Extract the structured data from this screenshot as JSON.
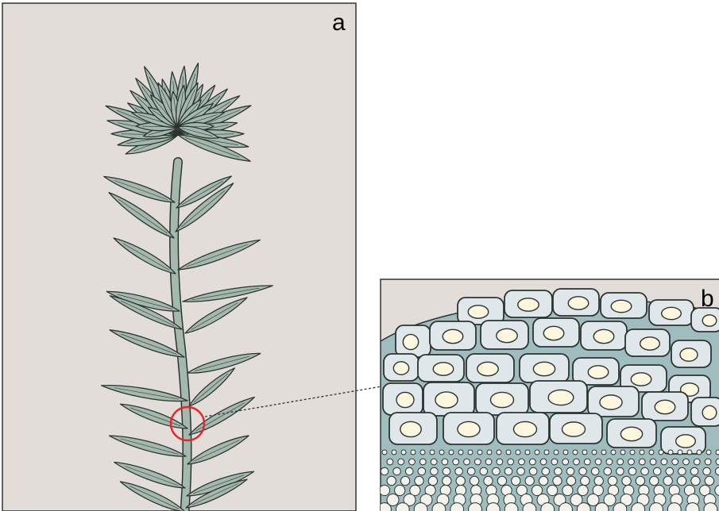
{
  "panels": {
    "a": {
      "label": "a"
    },
    "b": {
      "label": "b"
    }
  },
  "colors": {
    "panel_bg": "#e3ddd9",
    "plant_fill": "#a4b9ae",
    "plant_stroke": "#2c3431",
    "callout_circle": "#e8262a",
    "cell_fill": "#dfe7ea",
    "tissue_fill": "#9fbcbe",
    "nucleus_fill": "#fcf6df",
    "pore_fill": "#f4f2ec"
  },
  "icons": {
    "plant": "moss-shoot-drawing",
    "cross_section": "stem-cross-section-detail"
  }
}
